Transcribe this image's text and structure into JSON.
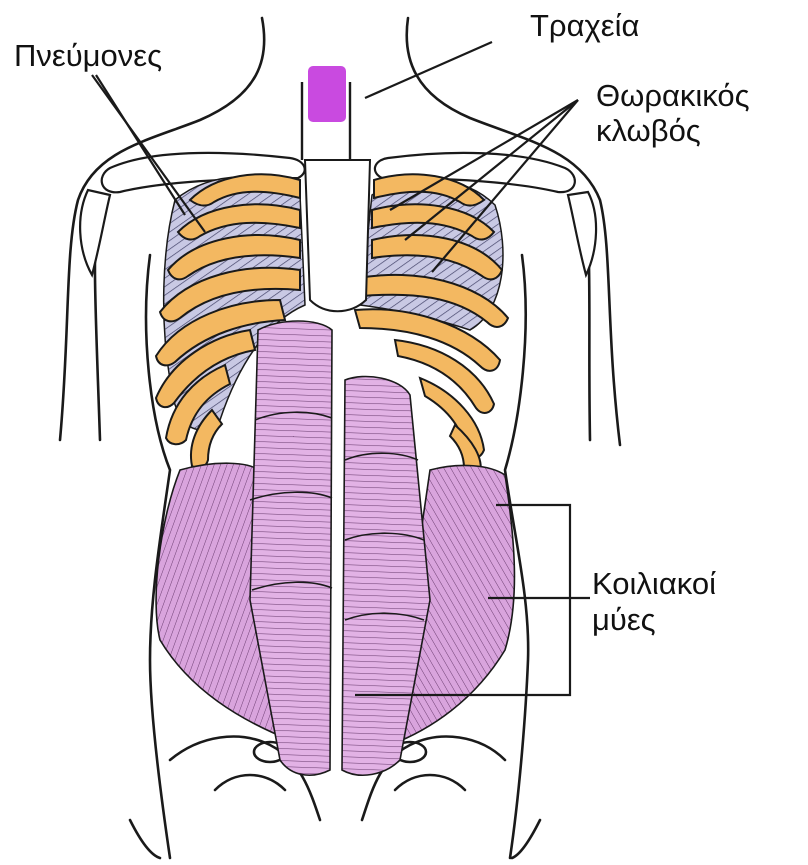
{
  "labels": {
    "lungs": "Πνεύμονες",
    "trachea": "Τραχεία",
    "rib_cage_line1": "Θωρακικός",
    "rib_cage_line2": "κλωβός",
    "abdominal_line1": "Κοιλιακοί",
    "abdominal_line2": "μύες"
  },
  "colors": {
    "trachea": "#c94ae0",
    "ribs": "#f3b861",
    "lungs": "#c9c9e4",
    "muscles": "#d9a4dd",
    "outline": "#1a1a1a"
  }
}
